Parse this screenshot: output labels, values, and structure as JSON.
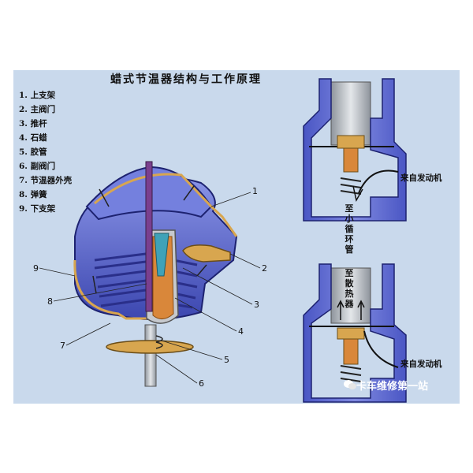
{
  "title": "蜡式节温器结构与工作原理",
  "legend": [
    "1. 上支架",
    "2. 主阀门",
    "3. 推杆",
    "4. 石蜡",
    "5. 胶管",
    "6. 副阀门",
    "7. 节温器外壳",
    "8. 弹簧",
    "9. 下支架"
  ],
  "callout_numbers": [
    "1",
    "2",
    "3",
    "4",
    "5",
    "6",
    "7",
    "8",
    "9"
  ],
  "top_right": {
    "from_engine": "来自发动机",
    "to_small_loop": "至小循环管"
  },
  "bottom_right": {
    "to_radiator": "至散热器",
    "from_engine": "来自发动机"
  },
  "watermark": "卡车维修第一站",
  "colors": {
    "panel": "#c9d9ec",
    "housing_blue": "#5f6fd6",
    "housing_dark": "#2a2f8a",
    "steel": "#b9bec6",
    "brass": "#d8a64f",
    "wax": "#d9873a",
    "rubber": "#3fa2b8"
  }
}
